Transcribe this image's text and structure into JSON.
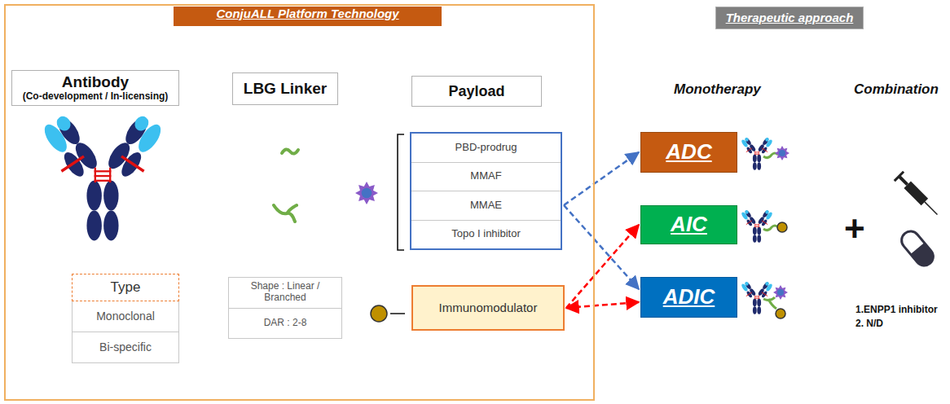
{
  "diagram": {
    "nodes": [
      {
        "text": [
          "ConjuALL Platform Technology"
        ]
      },
      {
        "text": [
          "Antibody",
          "(Co-development / In-licensing)"
        ],
        "in": 0
      },
      {
        "text": [
          "LBG Linker"
        ],
        "in": 0
      },
      {
        "text": [
          "Payload"
        ],
        "in": 0
      },
      {
        "text": [
          "Type"
        ],
        "in": 0
      },
      {
        "text": [
          "Monoclonal"
        ],
        "in": 0
      },
      {
        "text": [
          "Bi-specific"
        ],
        "in": 0
      },
      {
        "text": [
          "Shape : Linear / Branched",
          "DAR : 2-8"
        ],
        "in": 0
      },
      {
        "text": [
          "PBD-prodrug",
          "MMAF",
          "MMAE",
          "Topo I inhibitor"
        ],
        "in": 0
      },
      {
        "text": [
          "Immunomodulator"
        ],
        "in": 0
      },
      {
        "text": [
          "Therapeutic approach"
        ]
      },
      {
        "text": [
          "ADC"
        ]
      },
      {
        "text": [
          "AIC"
        ]
      },
      {
        "text": [
          "ADIC"
        ]
      }
    ],
    "edges": [
      {
        "from": 8,
        "to": 11,
        "arrow": "to"
      },
      {
        "from": 8,
        "to": 13,
        "arrow": "to"
      },
      {
        "from": 9,
        "to": 12,
        "arrow": "to"
      },
      {
        "from": 9,
        "to": 13,
        "arrow": "both"
      }
    ],
    "labels": [
      "Monotherapy",
      "Combination",
      "+",
      "1.ENPP1 inhibitor",
      "2. N/D"
    ]
  }
}
